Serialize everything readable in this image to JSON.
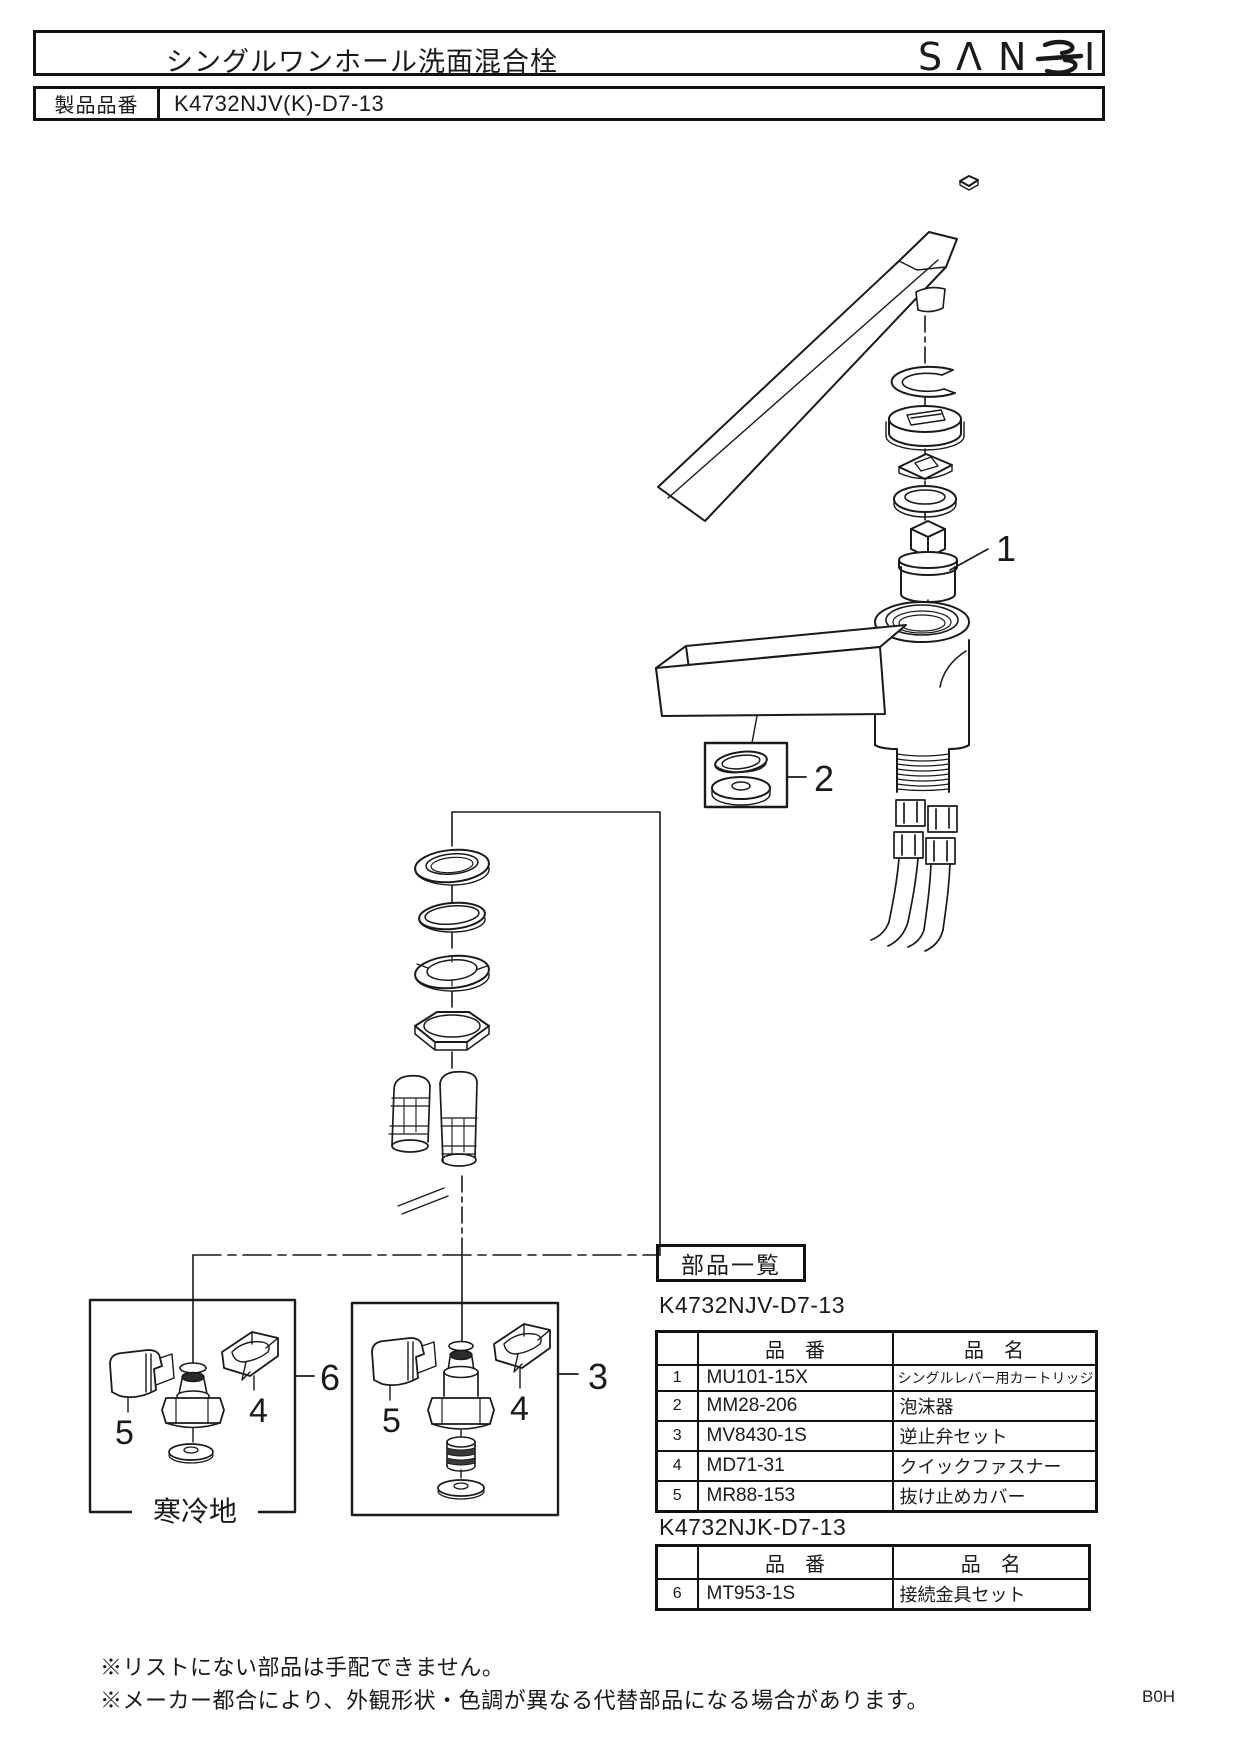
{
  "header": {
    "title": "シングルワンホール洗面混合栓",
    "logo": {
      "full": "SANEI",
      "s": "S",
      "a": "Λ",
      "n": "N",
      "i": "I"
    },
    "product_label": "製品品番",
    "product_code": "K4732NJV(K)-D7-13"
  },
  "parts_section": {
    "heading": "部品一覧",
    "tables": [
      {
        "caption": "K4732NJV-D7-13",
        "columns": {
          "no": "",
          "code": "品　番",
          "name": "品　名"
        },
        "rows": [
          {
            "no": "1",
            "code": "MU101-15X",
            "name": "シングルレバー用カートリッジ"
          },
          {
            "no": "2",
            "code": "MM28-206",
            "name": "泡沫器"
          },
          {
            "no": "3",
            "code": "MV8430-1S",
            "name": "逆止弁セット"
          },
          {
            "no": "4",
            "code": "MD71-31",
            "name": "クイックファスナー"
          },
          {
            "no": "5",
            "code": "MR88-153",
            "name": "抜け止めカバー"
          }
        ]
      },
      {
        "caption": "K4732NJK-D7-13",
        "columns": {
          "no": "",
          "code": "品　番",
          "name": "品　名"
        },
        "rows": [
          {
            "no": "6",
            "code": "MT953-1S",
            "name": "接続金具セット"
          }
        ]
      }
    ]
  },
  "diagram": {
    "callout_1": "1",
    "callout_2": "2",
    "callout_3": "3",
    "callout_4": "4",
    "callout_5": "5",
    "callout_6": "6",
    "cold_region": "寒冷地"
  },
  "footer": {
    "note_1": "※リストにない部品は手配できません。",
    "note_2": "※メーカー都合により、外観形状・色調が異なる代替部品になる場合があります。",
    "page_code": "B0H"
  },
  "colors": {
    "ink": "#1a1a1a"
  }
}
